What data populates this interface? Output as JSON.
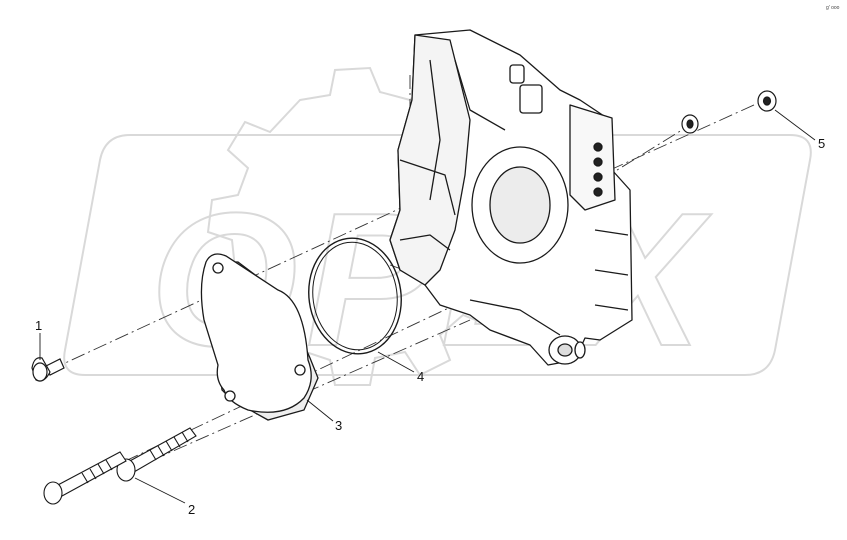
{
  "watermark": {
    "text": "OPEX",
    "color": "#d9d9d9"
  },
  "reference_code": "g' ooo",
  "callouts": [
    {
      "number": "1",
      "part": "bolt"
    },
    {
      "number": "2",
      "part": "long-bolt"
    },
    {
      "number": "3",
      "part": "cover-plate"
    },
    {
      "number": "4",
      "part": "o-ring"
    },
    {
      "number": "5",
      "part": "nut"
    }
  ],
  "colors": {
    "line": "#1a1a1a",
    "dash": "#333333",
    "shade": "#e6e6e6"
  }
}
